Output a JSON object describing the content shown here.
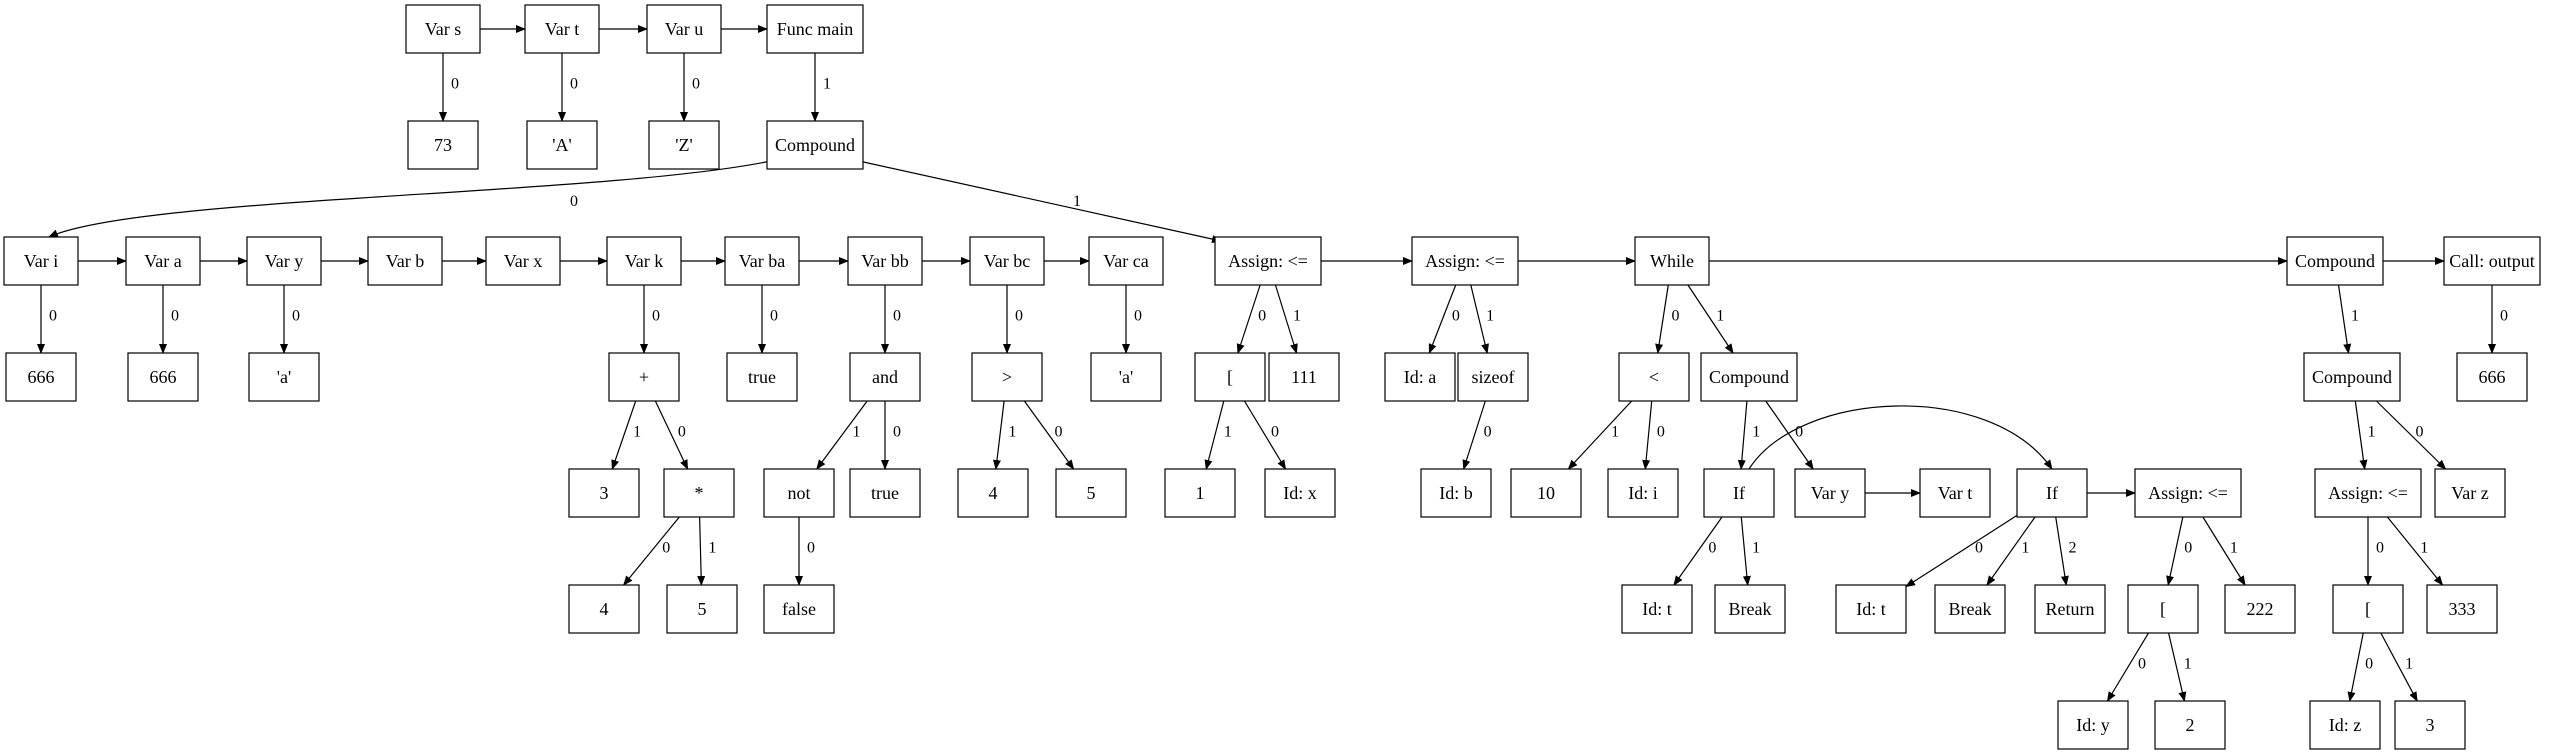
{
  "nodes": [
    {
      "id": "vs",
      "label": "Var s"
    },
    {
      "id": "vt",
      "label": "Var t"
    },
    {
      "id": "vu",
      "label": "Var u"
    },
    {
      "id": "fm",
      "label": "Func main"
    },
    {
      "id": "n73",
      "label": "73"
    },
    {
      "id": "nA",
      "label": "'A'"
    },
    {
      "id": "nZ",
      "label": "'Z'"
    },
    {
      "id": "cmp1",
      "label": "Compound"
    },
    {
      "id": "vi",
      "label": "Var i"
    },
    {
      "id": "va",
      "label": "Var a"
    },
    {
      "id": "vy",
      "label": "Var y"
    },
    {
      "id": "vb",
      "label": "Var b"
    },
    {
      "id": "vx",
      "label": "Var x"
    },
    {
      "id": "vk",
      "label": "Var k"
    },
    {
      "id": "vba",
      "label": "Var ba"
    },
    {
      "id": "vbb",
      "label": "Var bb"
    },
    {
      "id": "vbc",
      "label": "Var bc"
    },
    {
      "id": "vca",
      "label": "Var ca"
    },
    {
      "id": "as1",
      "label": "Assign: <="
    },
    {
      "id": "as2",
      "label": "Assign: <="
    },
    {
      "id": "wh",
      "label": "While"
    },
    {
      "id": "cmp3",
      "label": "Compound"
    },
    {
      "id": "call",
      "label": "Call: output"
    },
    {
      "id": "vi0",
      "label": "666"
    },
    {
      "id": "va0",
      "label": "666"
    },
    {
      "id": "vy0",
      "label": "'a'"
    },
    {
      "id": "plus",
      "label": "+"
    },
    {
      "id": "btrue",
      "label": "true"
    },
    {
      "id": "and",
      "label": "and"
    },
    {
      "id": "gt",
      "label": ">"
    },
    {
      "id": "ca0",
      "label": "'a'"
    },
    {
      "id": "br1",
      "label": "["
    },
    {
      "id": "n111",
      "label": "111"
    },
    {
      "id": "ida",
      "label": "Id: a"
    },
    {
      "id": "sz",
      "label": "sizeof"
    },
    {
      "id": "lt",
      "label": "<"
    },
    {
      "id": "cmp2",
      "label": "Compound"
    },
    {
      "id": "cmp4",
      "label": "Compound"
    },
    {
      "id": "c666",
      "label": "666"
    },
    {
      "id": "n3",
      "label": "3"
    },
    {
      "id": "mul",
      "label": "*"
    },
    {
      "id": "not",
      "label": "not"
    },
    {
      "id": "atrue",
      "label": "true"
    },
    {
      "id": "n4a",
      "label": "4"
    },
    {
      "id": "n5a",
      "label": "5"
    },
    {
      "id": "n1",
      "label": "1"
    },
    {
      "id": "idx",
      "label": "Id: x"
    },
    {
      "id": "idb",
      "label": "Id: b"
    },
    {
      "id": "n10",
      "label": "10"
    },
    {
      "id": "idi",
      "label": "Id: i"
    },
    {
      "id": "if1",
      "label": "If"
    },
    {
      "id": "vy2",
      "label": "Var y"
    },
    {
      "id": "vt2",
      "label": "Var t"
    },
    {
      "id": "if2",
      "label": "If"
    },
    {
      "id": "as3",
      "label": "Assign: <="
    },
    {
      "id": "as4",
      "label": "Assign: <="
    },
    {
      "id": "vz",
      "label": "Var z"
    },
    {
      "id": "n4b",
      "label": "4"
    },
    {
      "id": "n5b",
      "label": "5"
    },
    {
      "id": "false",
      "label": "false"
    },
    {
      "id": "idt1",
      "label": "Id: t"
    },
    {
      "id": "brk1",
      "label": "Break"
    },
    {
      "id": "idt2",
      "label": "Id: t"
    },
    {
      "id": "brk2",
      "label": "Break"
    },
    {
      "id": "ret",
      "label": "Return"
    },
    {
      "id": "br2",
      "label": "["
    },
    {
      "id": "n222",
      "label": "222"
    },
    {
      "id": "br3",
      "label": "["
    },
    {
      "id": "n333",
      "label": "333"
    },
    {
      "id": "idy",
      "label": "Id: y"
    },
    {
      "id": "n2",
      "label": "2"
    },
    {
      "id": "idz",
      "label": "Id: z"
    },
    {
      "id": "n3b",
      "label": "3"
    }
  ],
  "edges": [
    {
      "from": "vs",
      "to": "vt",
      "label": ""
    },
    {
      "from": "vt",
      "to": "vu",
      "label": ""
    },
    {
      "from": "vu",
      "to": "fm",
      "label": ""
    },
    {
      "from": "vs",
      "to": "n73",
      "label": "0"
    },
    {
      "from": "vt",
      "to": "nA",
      "label": "0"
    },
    {
      "from": "vu",
      "to": "nZ",
      "label": "0"
    },
    {
      "from": "fm",
      "to": "cmp1",
      "label": "1"
    },
    {
      "from": "cmp1",
      "to": "vi",
      "label": "0"
    },
    {
      "from": "cmp1",
      "to": "as1",
      "label": "1"
    },
    {
      "from": "vi",
      "to": "va",
      "label": ""
    },
    {
      "from": "va",
      "to": "vy",
      "label": ""
    },
    {
      "from": "vy",
      "to": "vb",
      "label": ""
    },
    {
      "from": "vb",
      "to": "vx",
      "label": ""
    },
    {
      "from": "vx",
      "to": "vk",
      "label": ""
    },
    {
      "from": "vk",
      "to": "vba",
      "label": ""
    },
    {
      "from": "vba",
      "to": "vbb",
      "label": ""
    },
    {
      "from": "vbb",
      "to": "vbc",
      "label": ""
    },
    {
      "from": "vbc",
      "to": "vca",
      "label": ""
    },
    {
      "from": "as1",
      "to": "as2",
      "label": ""
    },
    {
      "from": "as2",
      "to": "wh",
      "label": ""
    },
    {
      "from": "wh",
      "to": "cmp3",
      "label": ""
    },
    {
      "from": "cmp3",
      "to": "call",
      "label": ""
    },
    {
      "from": "vi",
      "to": "vi0",
      "label": "0"
    },
    {
      "from": "va",
      "to": "va0",
      "label": "0"
    },
    {
      "from": "vy",
      "to": "vy0",
      "label": "0"
    },
    {
      "from": "vk",
      "to": "plus",
      "label": "0"
    },
    {
      "from": "vba",
      "to": "btrue",
      "label": "0"
    },
    {
      "from": "vbb",
      "to": "and",
      "label": "0"
    },
    {
      "from": "vbc",
      "to": "gt",
      "label": "0"
    },
    {
      "from": "vca",
      "to": "ca0",
      "label": "0"
    },
    {
      "from": "as1",
      "to": "br1",
      "label": "0"
    },
    {
      "from": "as1",
      "to": "n111",
      "label": "1"
    },
    {
      "from": "as2",
      "to": "ida",
      "label": "0"
    },
    {
      "from": "as2",
      "to": "sz",
      "label": "1"
    },
    {
      "from": "wh",
      "to": "lt",
      "label": "0"
    },
    {
      "from": "wh",
      "to": "cmp2",
      "label": "1"
    },
    {
      "from": "cmp3",
      "to": "cmp4",
      "label": "1"
    },
    {
      "from": "call",
      "to": "c666",
      "label": "0"
    },
    {
      "from": "plus",
      "to": "n3",
      "label": "1"
    },
    {
      "from": "plus",
      "to": "mul",
      "label": "0"
    },
    {
      "from": "and",
      "to": "not",
      "label": "1"
    },
    {
      "from": "and",
      "to": "atrue",
      "label": "0"
    },
    {
      "from": "gt",
      "to": "n4a",
      "label": "1"
    },
    {
      "from": "gt",
      "to": "n5a",
      "label": "0"
    },
    {
      "from": "br1",
      "to": "n1",
      "label": "1"
    },
    {
      "from": "br1",
      "to": "idx",
      "label": "0"
    },
    {
      "from": "sz",
      "to": "idb",
      "label": "0"
    },
    {
      "from": "lt",
      "to": "n10",
      "label": "1"
    },
    {
      "from": "lt",
      "to": "idi",
      "label": "0"
    },
    {
      "from": "cmp2",
      "to": "if1",
      "label": "1"
    },
    {
      "from": "cmp2",
      "to": "vy2",
      "label": "0"
    },
    {
      "from": "vy2",
      "to": "vt2",
      "label": ""
    },
    {
      "from": "if1",
      "to": "if2",
      "label": ""
    },
    {
      "from": "if2",
      "to": "as3",
      "label": ""
    },
    {
      "from": "cmp4",
      "to": "as4",
      "label": "1"
    },
    {
      "from": "cmp4",
      "to": "vz",
      "label": "0"
    },
    {
      "from": "mul",
      "to": "n4b",
      "label": "0"
    },
    {
      "from": "mul",
      "to": "n5b",
      "label": "1"
    },
    {
      "from": "not",
      "to": "false",
      "label": "0"
    },
    {
      "from": "if1",
      "to": "idt1",
      "label": "0"
    },
    {
      "from": "if1",
      "to": "brk1",
      "label": "1"
    },
    {
      "from": "if2",
      "to": "idt2",
      "label": "0"
    },
    {
      "from": "if2",
      "to": "brk2",
      "label": "1"
    },
    {
      "from": "if2",
      "to": "ret",
      "label": "2"
    },
    {
      "from": "as3",
      "to": "br2",
      "label": "0"
    },
    {
      "from": "as3",
      "to": "n222",
      "label": "1"
    },
    {
      "from": "as4",
      "to": "br3",
      "label": "0"
    },
    {
      "from": "as4",
      "to": "n333",
      "label": "1"
    },
    {
      "from": "br2",
      "to": "idy",
      "label": "0"
    },
    {
      "from": "br2",
      "to": "n2",
      "label": "1"
    },
    {
      "from": "br3",
      "to": "idz",
      "label": "0"
    },
    {
      "from": "br3",
      "to": "n3b",
      "label": "1"
    }
  ]
}
